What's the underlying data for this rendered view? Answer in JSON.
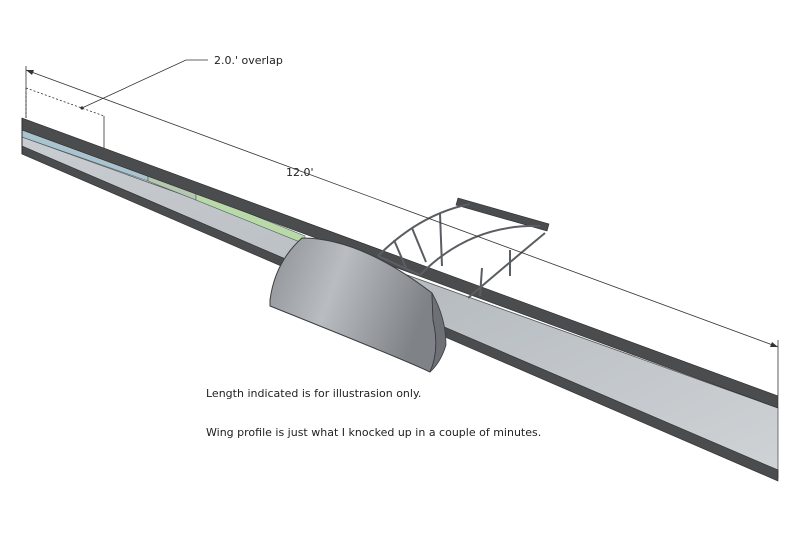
{
  "labels": {
    "overlap": "2.0.' overlap",
    "length": "12.0'"
  },
  "notes": {
    "length_note": "Length indicated is for illustrasion only.",
    "wing_note": "Wing profile is just what I knocked up in a couple of minutes."
  },
  "colors": {
    "beam_face": "#c7cacd",
    "beam_flange": "#4a4c4e",
    "insert_tube": "#a9c4cf",
    "insert_green": "#b9d9a8",
    "wing": "#9ea2a6",
    "dimension_line": "#333333"
  }
}
